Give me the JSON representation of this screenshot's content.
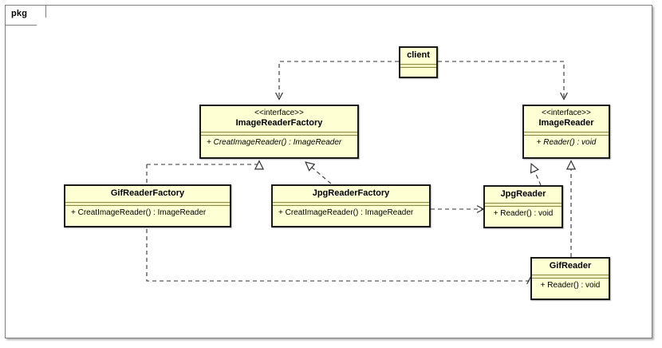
{
  "frame": {
    "label": "pkg",
    "kind": "uml-package-frame"
  },
  "diagram": {
    "type": "uml-class-diagram",
    "title": "Abstract Factory / Factory Method pattern for image readers",
    "colors": {
      "node_fill": "#feffd2",
      "node_border": "#1a1a1a",
      "compartment_separator": "#8a8a3c",
      "frame_border": "#808080",
      "connector": "#333333",
      "canvas": "#ffffff"
    }
  },
  "nodes": {
    "client": {
      "name": "client",
      "stereotype": "",
      "operations": []
    },
    "image_reader_factory": {
      "name": "ImageReaderFactory",
      "stereotype": "<<interface>>",
      "operations": [
        "+ CreatImageReader() : ImageReader"
      ]
    },
    "image_reader": {
      "name": "ImageReader",
      "stereotype": "<<interface>>",
      "operations": [
        "+ Reader() : void"
      ]
    },
    "gif_reader_factory": {
      "name": "GifReaderFactory",
      "stereotype": "",
      "operations": [
        "+ CreatImageReader() : ImageReader"
      ]
    },
    "jpg_reader_factory": {
      "name": "JpgReaderFactory",
      "stereotype": "",
      "operations": [
        "+ CreatImageReader() : ImageReader"
      ]
    },
    "jpg_reader": {
      "name": "JpgReader",
      "stereotype": "",
      "operations": [
        "+ Reader() : void"
      ]
    },
    "gif_reader": {
      "name": "GifReader",
      "stereotype": "",
      "operations": [
        "+ Reader() : void"
      ]
    }
  },
  "edges": [
    {
      "id": "client-to-factory",
      "from": "client",
      "to": "image_reader_factory",
      "kind": "dependency",
      "style": "dashed",
      "arrow": "open-v",
      "label": ""
    },
    {
      "id": "client-to-reader",
      "from": "client",
      "to": "image_reader",
      "kind": "dependency",
      "style": "dashed",
      "arrow": "open-v",
      "label": ""
    },
    {
      "id": "giffactory-realizes",
      "from": "gif_reader_factory",
      "to": "image_reader_factory",
      "kind": "realization",
      "style": "dashed",
      "arrow": "hollow-triangle",
      "label": ""
    },
    {
      "id": "jpgfactory-realizes",
      "from": "jpg_reader_factory",
      "to": "image_reader_factory",
      "kind": "realization",
      "style": "dashed",
      "arrow": "hollow-triangle",
      "label": ""
    },
    {
      "id": "jpgreader-realizes",
      "from": "jpg_reader",
      "to": "image_reader",
      "kind": "realization",
      "style": "dashed",
      "arrow": "hollow-triangle",
      "label": ""
    },
    {
      "id": "gifreader-realizes",
      "from": "gif_reader",
      "to": "image_reader",
      "kind": "realization",
      "style": "dashed",
      "arrow": "hollow-triangle",
      "label": ""
    },
    {
      "id": "jpgfactory-to-jpgreader",
      "from": "jpg_reader_factory",
      "to": "jpg_reader",
      "kind": "dependency",
      "style": "dashed",
      "arrow": "open-v",
      "label": ""
    },
    {
      "id": "giffactory-to-gifreader",
      "from": "gif_reader_factory",
      "to": "gif_reader",
      "kind": "dependency",
      "style": "dashed",
      "arrow": "open-v",
      "label": ""
    }
  ]
}
